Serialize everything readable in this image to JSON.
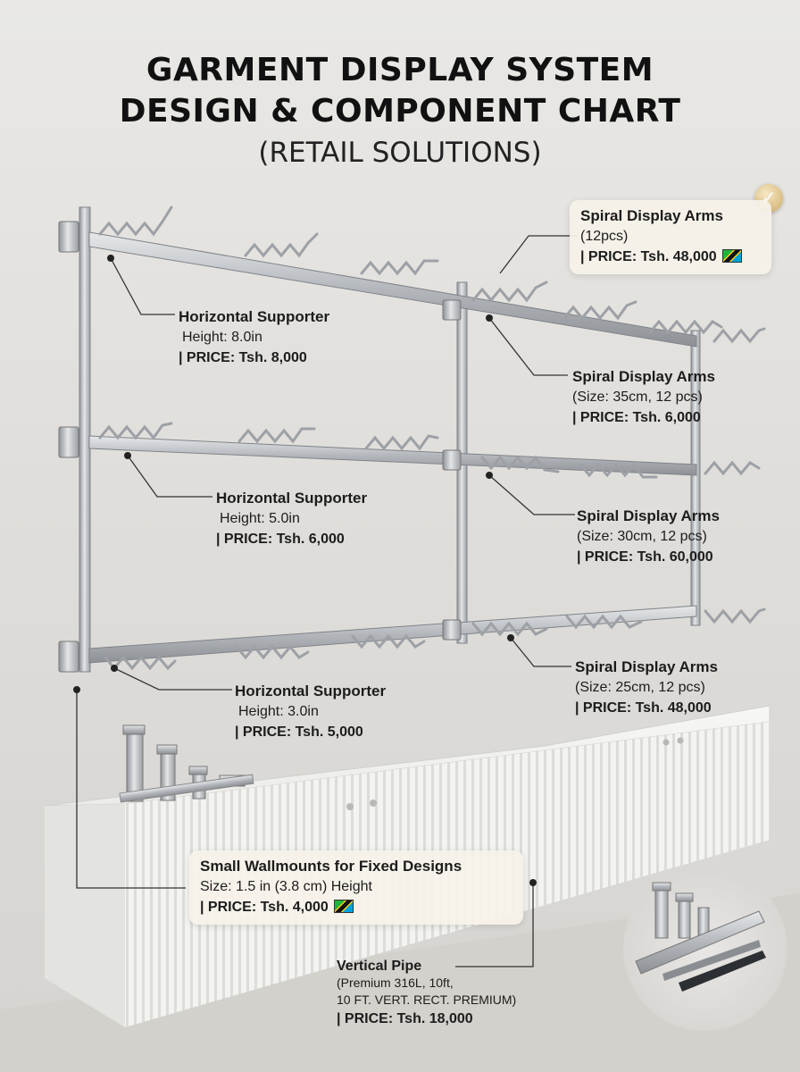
{
  "title": {
    "line1": "GARMENT DISPLAY SYSTEM",
    "line2": "DESIGN & COMPONENT CHART",
    "subtitle": "(RETAIL SOLUTIONS)"
  },
  "callouts": {
    "spiral_top": {
      "name": "Spiral Display Arms",
      "detail": "(12pcs)",
      "price": "| PRICE: Tsh. 48,000"
    },
    "horiz_8": {
      "name": "Horizontal Supporter",
      "detail": "Height: 8.0in",
      "price": "| PRICE: Tsh. 8,000"
    },
    "spiral_35": {
      "name": "Spiral Display Arms",
      "detail": "(Size: 35cm, 12 pcs)",
      "price": "| PRICE: Tsh. 6,000"
    },
    "horiz_5": {
      "name": "Horizontal Supporter",
      "detail": "Height: 5.0in",
      "price": "| PRICE: Tsh. 6,000"
    },
    "spiral_30": {
      "name": "Spiral Display Arms",
      "detail": "(Size: 30cm, 12 pcs)",
      "price": "| PRICE: Tsh. 60,000"
    },
    "spiral_25": {
      "name": "Spiral Display Arms",
      "detail": "(Size: 25cm, 12 pcs)",
      "price": "| PRICE: Tsh. 48,000"
    },
    "horiz_3": {
      "name": "Horizontal Supporter",
      "detail": "Height: 3.0in",
      "price": "| PRICE: Tsh. 5,000"
    },
    "wallmounts": {
      "name": "Small Wallmounts for Fixed Designs",
      "detail": "Size: 1.5 in (3.8 cm) Height",
      "price": "| PRICE: Tsh. 4,000"
    },
    "vertical_pipe": {
      "name": "Vertical Pipe",
      "detail1": "(Premium 316L, 10ft,",
      "detail2": "10 FT. VERT. RECT. PREMIUM)",
      "price": "| PRICE: Tsh. 18,000"
    }
  },
  "colors": {
    "wall": "#e5e4e1",
    "cabinet": "#f2f2f0",
    "steel": "#b9bcc0",
    "callout_box": "#f6f2e9",
    "badge": "#d6b878"
  },
  "icons": [
    "check-badge-icon",
    "tanzania-flag-icon"
  ]
}
